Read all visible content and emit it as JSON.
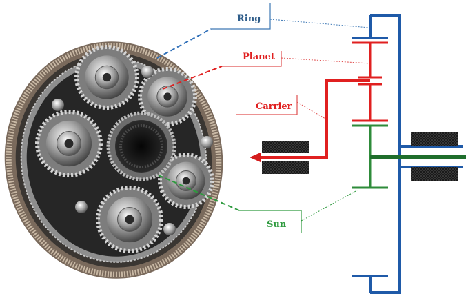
{
  "labels": {
    "ring": "Ring",
    "planet": "Planet",
    "carrier": "Carrier",
    "sun": "Sun"
  },
  "colors": {
    "ring": "#1f5aa8",
    "planet": "#e02020",
    "carrier": "#e02020",
    "sun": "#2e8b3a",
    "shaft_output": "#d41c1c",
    "bearing": "#222222",
    "ring_label": "#2f5d8a",
    "sun_label": "#2e9a3e"
  },
  "illustration": {
    "subject": "planetary-gearset-photo",
    "planet_count": 5
  }
}
